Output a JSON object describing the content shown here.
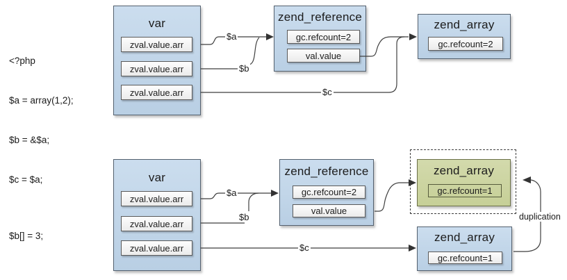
{
  "colors": {
    "box_blue_fill": "#c3d6e9",
    "box_blue_border": "#53606e",
    "box_green_fill": "#ccd4a2",
    "box_green_border": "#6b7048",
    "slot_fill": "#f5f5f5",
    "slot_border": "#595959",
    "wire": "#3f3f3f",
    "text": "#1f1f1f"
  },
  "top": {
    "code_lines": [
      "<?php",
      "$a = array(1,2);",
      "$b = &$a;",
      "$c = $a;"
    ],
    "var_box": {
      "title": "var",
      "slots": [
        "zval.value.arr",
        "zval.value.arr",
        "zval.value.arr"
      ]
    },
    "zend_reference": {
      "title": "zend_reference",
      "fields": [
        "gc.refcount=2",
        "val.value"
      ]
    },
    "zend_array": {
      "title": "zend_array",
      "fields": [
        "gc.refcount=2"
      ]
    },
    "labels": {
      "a": "$a",
      "b": "$b",
      "c": "$c"
    }
  },
  "bottom": {
    "code_lines": [
      "$b[] = 3;"
    ],
    "var_box": {
      "title": "var",
      "slots": [
        "zval.value.arr",
        "zval.value.arr",
        "zval.value.arr"
      ]
    },
    "zend_reference": {
      "title": "zend_reference",
      "fields": [
        "gc.refcount=2",
        "val.value"
      ]
    },
    "zend_array_duplicated": {
      "title": "zend_array",
      "fields": [
        "gc.refcount=1"
      ]
    },
    "zend_array_original": {
      "title": "zend_array",
      "fields": [
        "gc.refcount=1"
      ]
    },
    "labels": {
      "a": "$a",
      "b": "$b",
      "c": "$c",
      "duplication": "duplication"
    }
  }
}
